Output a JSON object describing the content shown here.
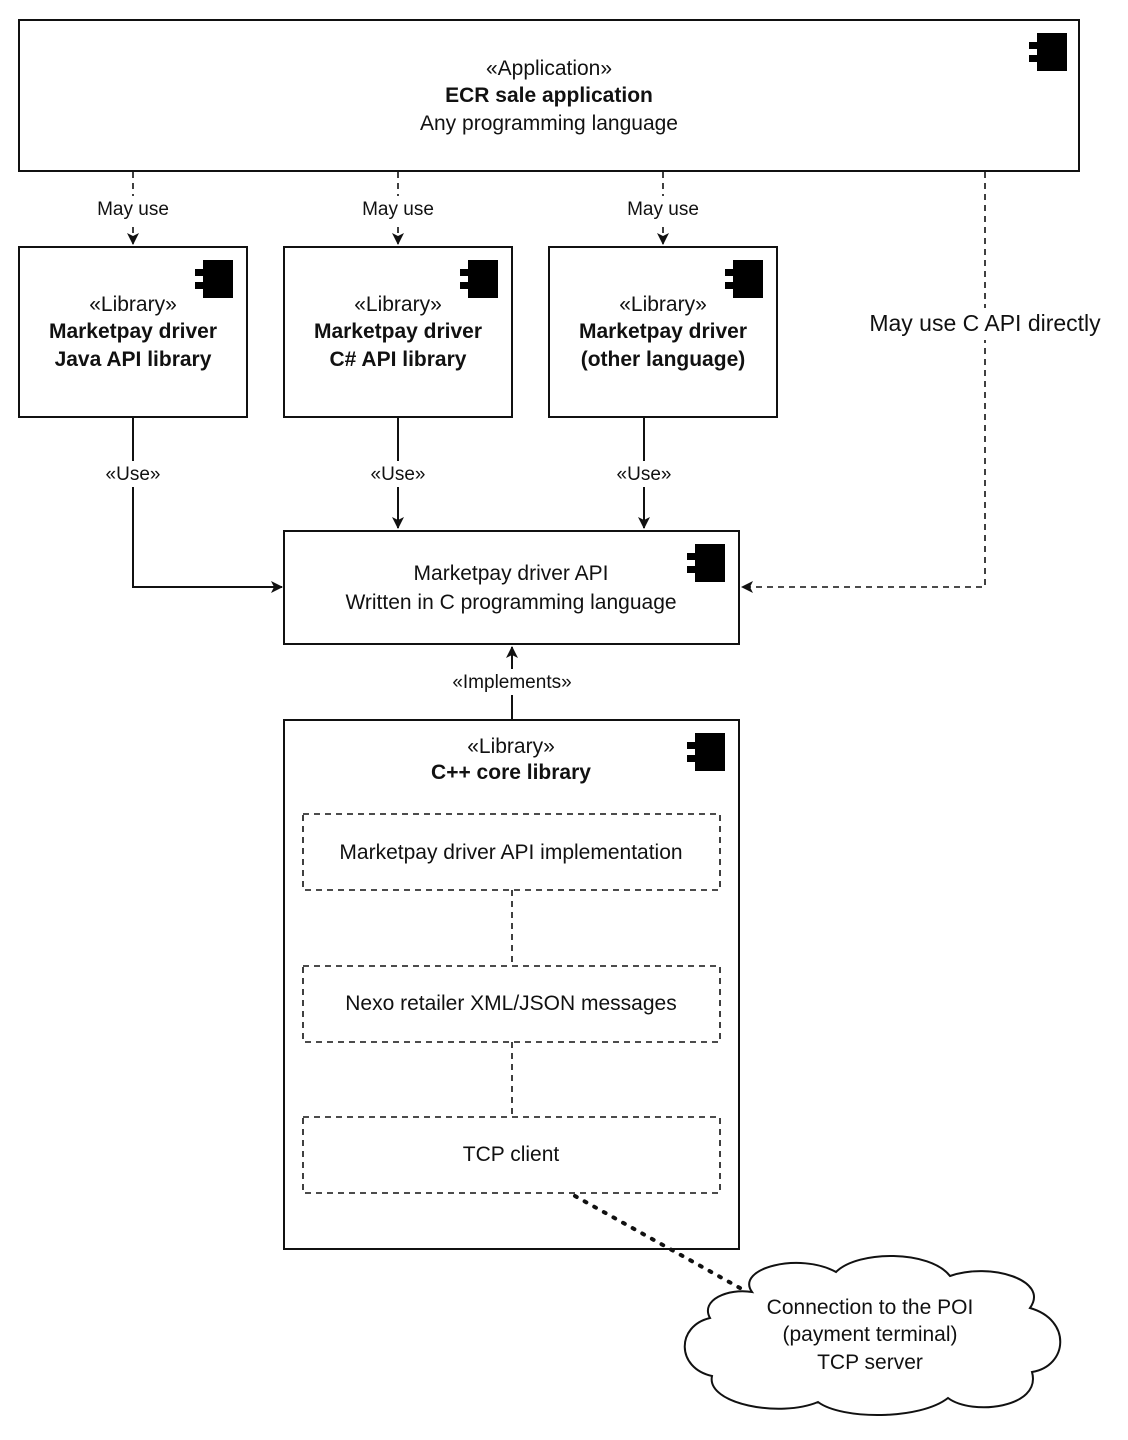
{
  "nodes": {
    "ecr_app": {
      "stereotype": "«Application»",
      "title": "ECR sale application",
      "subtitle": "Any programming language"
    },
    "java_lib": {
      "stereotype": "«Library»",
      "title_line1": "Marketpay driver",
      "title_line2": "Java API library"
    },
    "csharp_lib": {
      "stereotype": "«Library»",
      "title_line1": "Marketpay driver",
      "title_line2": "C# API library"
    },
    "other_lib": {
      "stereotype": "«Library»",
      "title_line1": "Marketpay driver",
      "title_line2": "(other language)"
    },
    "driver_api": {
      "line1": "Marketpay driver API",
      "line2": "Written in C programming language"
    },
    "core_lib": {
      "stereotype": "«Library»",
      "title": "C++ core library",
      "parts": {
        "api_impl": "Marketpay driver API implementation",
        "nexo_messages": "Nexo retailer XML/JSON messages",
        "tcp_client": "TCP client"
      }
    },
    "poi_cloud": {
      "line1": "Connection to the POI",
      "line2": "(payment terminal)",
      "line3": "TCP server"
    }
  },
  "edges": {
    "may_use_java": "May use",
    "may_use_csharp": "May use",
    "may_use_other": "May use",
    "may_use_c_api": "May use C API directly",
    "use_java": "«Use»",
    "use_csharp": "«Use»",
    "use_other": "«Use»",
    "implements": "«Implements»"
  },
  "icons": {
    "component": "uml-component-icon"
  }
}
